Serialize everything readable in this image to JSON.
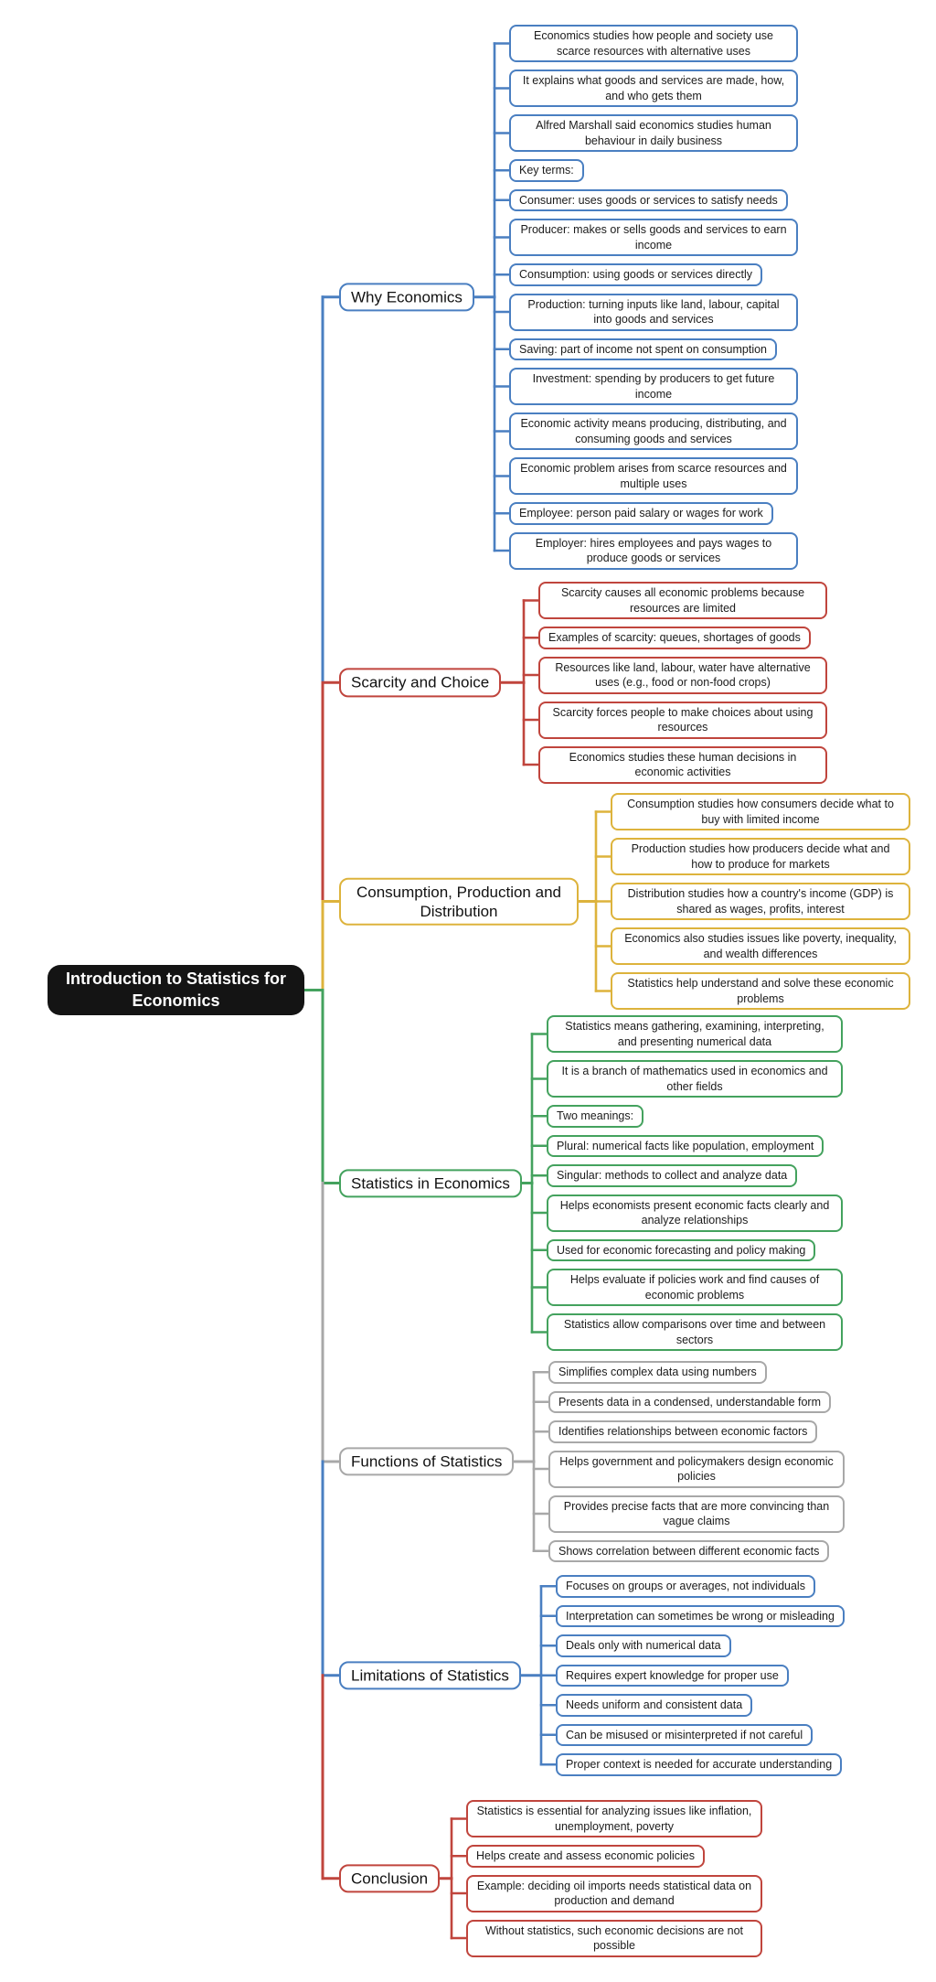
{
  "central": {
    "label": "Introduction to Statistics for Economics",
    "bg_color": "#141414",
    "text_color": "#ffffff"
  },
  "branches": [
    {
      "label": "Why Economics",
      "color": "#4a7fc1",
      "leaves": [
        "Economics studies how people and society use scarce resources with alternative uses",
        "It explains what goods and services are made, how, and who gets them",
        "Alfred Marshall said economics studies human behaviour in daily business",
        "Key terms:",
        "Consumer: uses goods or services to satisfy needs",
        "Producer: makes or sells goods and services to earn income",
        "Consumption: using goods or services directly",
        "Production: turning inputs like land, labour, capital into goods and services",
        "Saving: part of income not spent on consumption",
        "Investment: spending by producers to get future income",
        "Economic activity means producing, distributing, and consuming goods and services",
        "Economic problem arises from scarce resources and multiple uses",
        "Employee: person paid salary or wages for work",
        "Employer: hires employees and pays wages to produce goods or services"
      ]
    },
    {
      "label": "Scarcity and Choice",
      "color": "#c0453d",
      "leaves": [
        "Scarcity causes all economic problems because resources are limited",
        "Examples of scarcity: queues, shortages of goods",
        "Resources like land, labour, water have alternative uses (e.g., food or non-food crops)",
        "Scarcity forces people to make choices about using resources",
        "Economics studies these human decisions in economic activities"
      ]
    },
    {
      "label": "Consumption, Production and Distribution",
      "color": "#ddb33c",
      "leaves": [
        "Consumption studies how consumers decide what to buy with limited income",
        "Production studies how producers decide what and how to produce for markets",
        "Distribution studies how a country's income (GDP) is shared as wages, profits, interest",
        "Economics also studies issues like poverty, inequality, and wealth differences",
        "Statistics help understand and solve these economic problems"
      ]
    },
    {
      "label": "Statistics in Economics",
      "color": "#44a25e",
      "leaves": [
        "Statistics means gathering, examining, interpreting, and presenting numerical data",
        "It is a branch of mathematics used in economics and other fields",
        "Two meanings:",
        "Plural: numerical facts like population, employment",
        "Singular: methods to collect and analyze data",
        "Helps economists present economic facts clearly and analyze relationships",
        "Used for economic forecasting and policy making",
        "Helps evaluate if policies work and find causes of economic problems",
        "Statistics allow comparisons over time and between sectors"
      ]
    },
    {
      "label": "Functions of Statistics",
      "color": "#a8a8a8",
      "leaves": [
        "Simplifies complex data using numbers",
        "Presents data in a condensed, understandable form",
        "Identifies relationships between economic factors",
        "Helps government and policymakers design economic policies",
        "Provides precise facts that are more convincing than vague claims",
        "Shows correlation between different economic facts"
      ]
    },
    {
      "label": "Limitations of Statistics",
      "color": "#4a7fc1",
      "leaves": [
        "Focuses on groups or averages, not individuals",
        "Interpretation can sometimes be wrong or misleading",
        "Deals only with numerical data",
        "Requires expert knowledge for proper use",
        "Needs uniform and consistent data",
        "Can be misused or misinterpreted if not careful",
        "Proper context is needed for accurate understanding"
      ]
    },
    {
      "label": "Conclusion",
      "color": "#c0453d",
      "leaves": [
        "Statistics is essential for analyzing issues like inflation, unemployment, poverty",
        "Helps create and assess economic policies",
        "Example: deciding oil imports needs statistical data on production and demand",
        "Without statistics, such economic decisions are not possible"
      ]
    }
  ]
}
